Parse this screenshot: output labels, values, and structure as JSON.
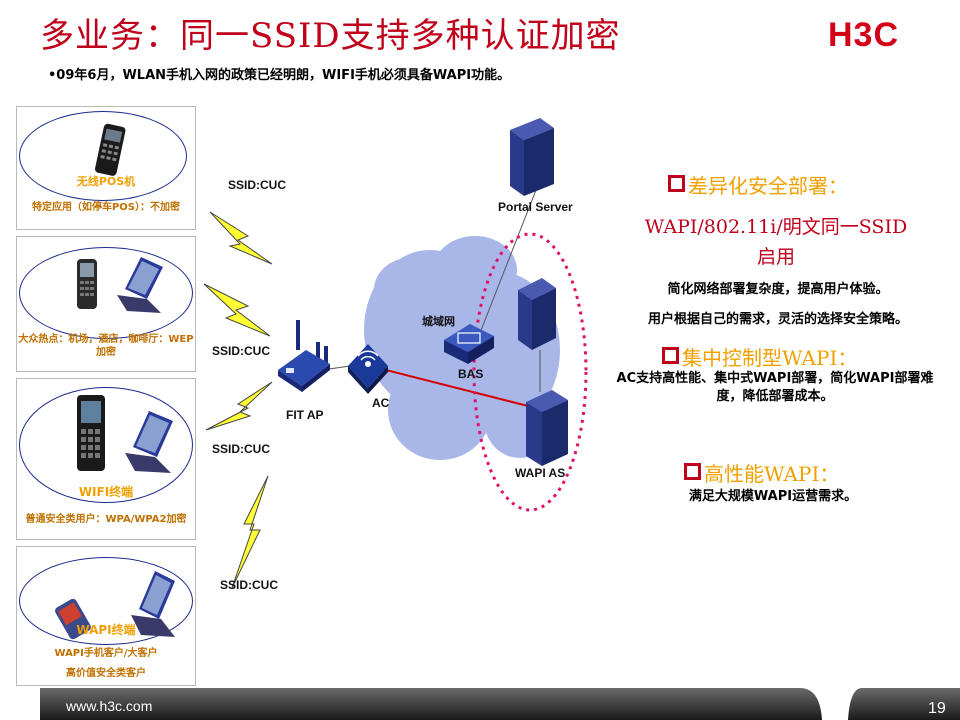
{
  "header": {
    "title": "多业务：同一SSID支持多种认证加密",
    "logo": "H3C",
    "subtitle": "•09年6月，WLAN手机入网的政策已经明朗，WIFI手机必须具备WAPI功能。"
  },
  "terminals": [
    {
      "name": "无线POS机",
      "desc": "特定应用（如停车POS）：不加密"
    },
    {
      "name": "",
      "desc": "大众热点：机场，酒店，咖啡厅：WEP加密"
    },
    {
      "name": "WIFI终端",
      "desc": "普通安全类用户：WPA/WPA2加密"
    },
    {
      "name": "WAPI终端",
      "desc_line1": "WAPI手机客户/大客户",
      "desc_line2": "高价值安全类客户"
    }
  ],
  "network": {
    "ssid_label": "SSID:CUC",
    "fit_ap": "FIT AP",
    "ac": "AC",
    "metro": "城域网",
    "bas": "BAS",
    "portal": "Portal Server",
    "wapi_as": "WAPI AS"
  },
  "features": {
    "h1": "差异化安全部署：",
    "h1_line1": "WAPI/802.11i/明文同一SSID",
    "h1_line2": "启用",
    "h1_p1": "简化网络部署复杂度，提高用户体验。",
    "h1_p2": "用户根据自己的需求，灵活的选择安全策略。",
    "h2": "集中控制型WAPI：",
    "h2_p1": "AC支持高性能、集中式WAPI部署，简化WAPI部署难度，降低部署成本。",
    "h3": "高性能WAPI：",
    "h3_p1": "满足大规模WAPI运营需求。"
  },
  "footer": {
    "url": "www.h3c.com",
    "page": "19"
  },
  "colors": {
    "brand_red": "#c0001a",
    "accent_orange": "#f0a000",
    "oval_blue": "#1a2a8c",
    "link_red": "#d40000",
    "dotted_magenta": "#e0106a"
  }
}
